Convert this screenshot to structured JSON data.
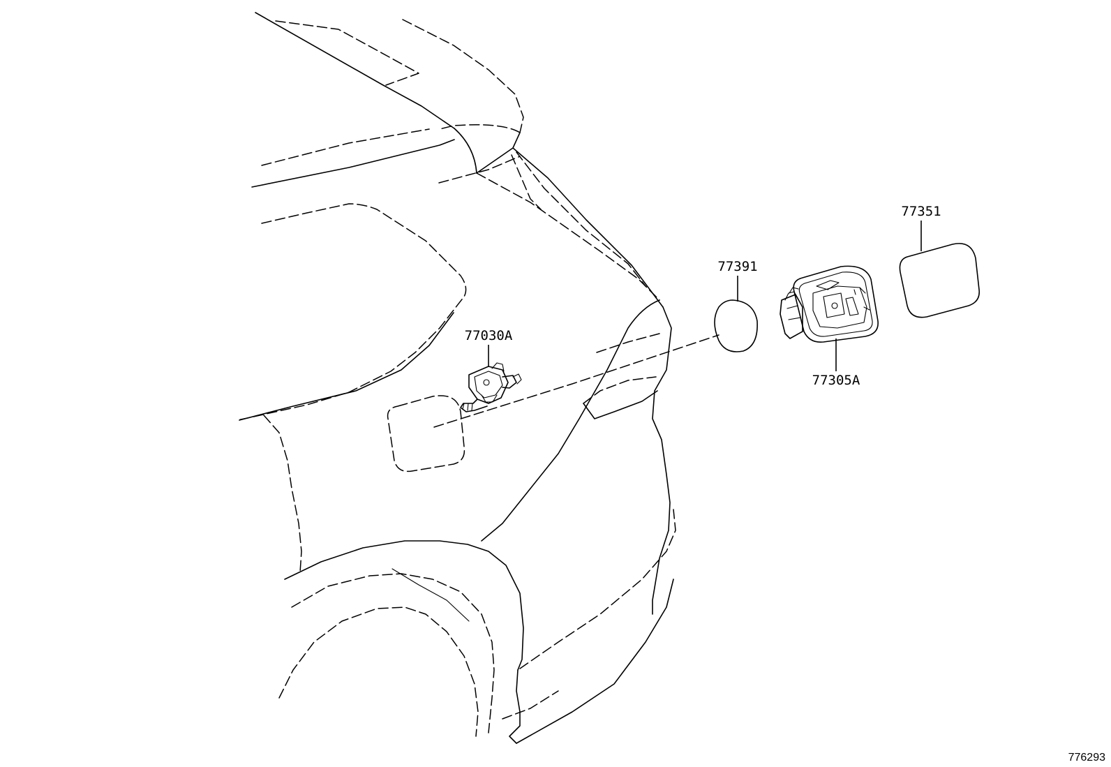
{
  "parts": [
    {
      "id": "p1",
      "number": "77030A"
    },
    {
      "id": "p2",
      "number": "77391"
    },
    {
      "id": "p3",
      "number": "77305A"
    },
    {
      "id": "p4",
      "number": "77351"
    }
  ],
  "figure_number": "776293"
}
